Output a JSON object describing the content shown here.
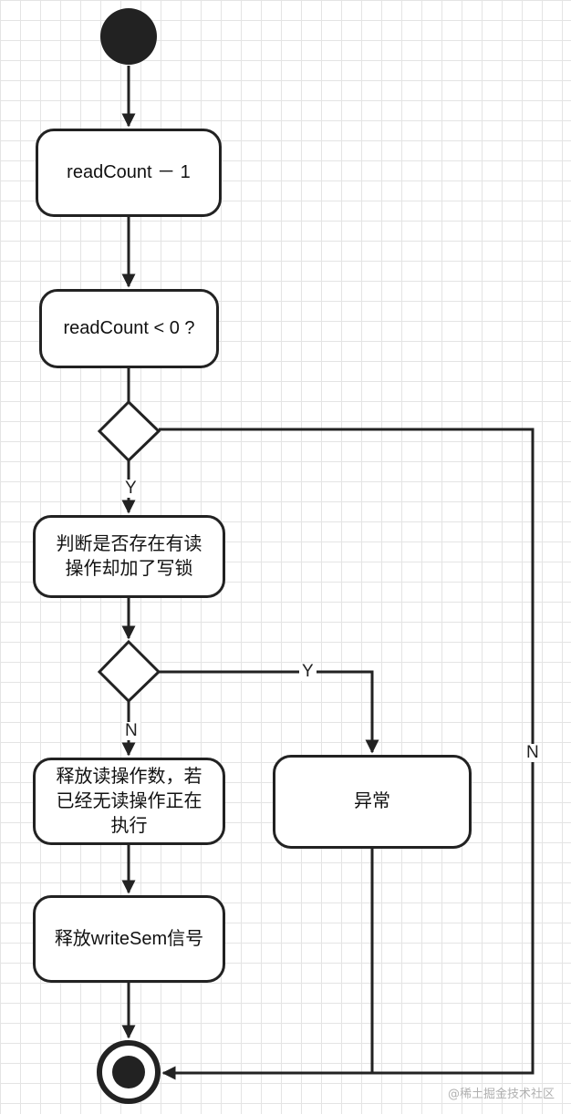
{
  "nodes": {
    "decrement": "readCount －  1",
    "check_negative": "readCount < 0 ?",
    "check_write_lock": "判断是否存在有读操作却加了写锁",
    "release_read": "释放读操作数，若已经无读操作正在执行",
    "exception": "异常",
    "release_write_sem": "释放writeSem信号"
  },
  "edge_labels": {
    "d1_yes": "Y",
    "d1_no": "N",
    "d2_yes": "Y",
    "d2_no": "N"
  },
  "watermark": "@稀土掘金技术社区"
}
